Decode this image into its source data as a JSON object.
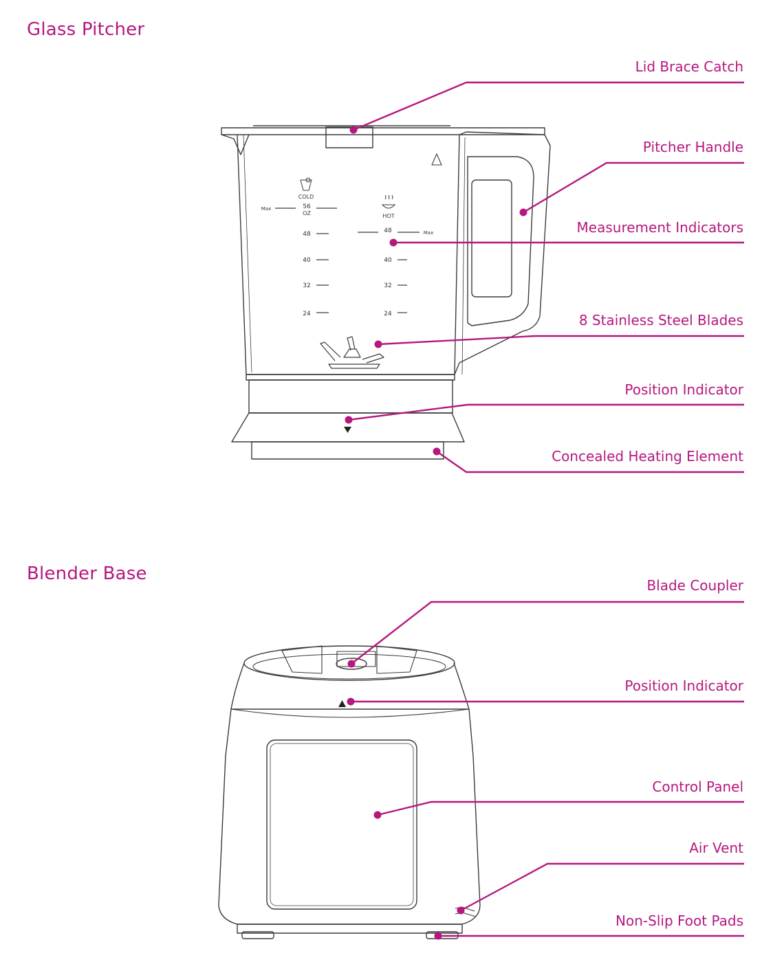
{
  "colors": {
    "accent": "#b5177e",
    "line": "#3a3a3a"
  },
  "sections": {
    "pitcher": {
      "title": "Glass Pitcher"
    },
    "base": {
      "title": "Blender Base"
    }
  },
  "callouts": {
    "lid_brace_catch": "Lid Brace Catch",
    "pitcher_handle": "Pitcher Handle",
    "measurement_indicators": "Measurement Indicators",
    "stainless_blades": "8 Stainless Steel Blades",
    "position_indicator_pitcher": "Position Indicator",
    "concealed_heating": "Concealed Heating Element",
    "blade_coupler": "Blade Coupler",
    "position_indicator_base": "Position Indicator",
    "control_panel": "Control Panel",
    "air_vent": "Air Vent",
    "foot_pads": "Non-Slip Foot Pads"
  },
  "markings": {
    "cold": "COLD",
    "hot": "HOT",
    "max_left": "Max",
    "max_right": "Max",
    "oz_top": "56",
    "oz_unit": "OZ",
    "hot_top": "48",
    "cold_ticks": [
      "48",
      "40",
      "32",
      "24"
    ],
    "hot_ticks": [
      "40",
      "32",
      "24"
    ]
  }
}
